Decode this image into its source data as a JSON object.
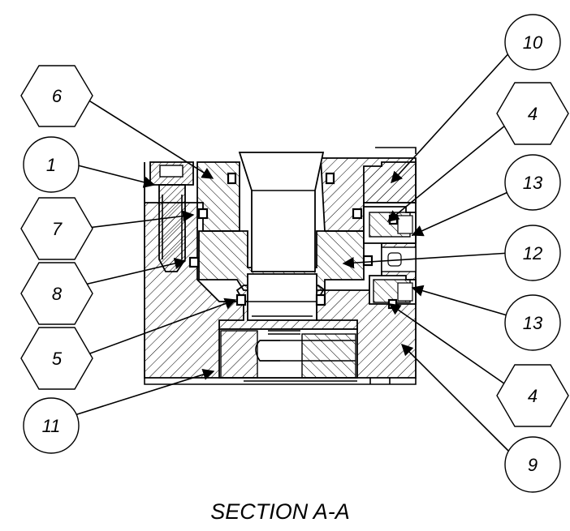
{
  "caption": "SECTION A-A",
  "balloons": [
    {
      "id": "b1",
      "label": "1",
      "shape": "circle"
    },
    {
      "id": "b4a",
      "label": "4",
      "shape": "hexagon"
    },
    {
      "id": "b4b",
      "label": "4",
      "shape": "hexagon"
    },
    {
      "id": "b5",
      "label": "5",
      "shape": "hexagon"
    },
    {
      "id": "b6",
      "label": "6",
      "shape": "hexagon"
    },
    {
      "id": "b7",
      "label": "7",
      "shape": "hexagon"
    },
    {
      "id": "b8",
      "label": "8",
      "shape": "hexagon"
    },
    {
      "id": "b9",
      "label": "9",
      "shape": "circle"
    },
    {
      "id": "b10",
      "label": "10",
      "shape": "circle"
    },
    {
      "id": "b11",
      "label": "11",
      "shape": "circle"
    },
    {
      "id": "b12",
      "label": "12",
      "shape": "circle"
    },
    {
      "id": "b13a",
      "label": "13",
      "shape": "circle"
    },
    {
      "id": "b13b",
      "label": "13",
      "shape": "circle"
    }
  ]
}
